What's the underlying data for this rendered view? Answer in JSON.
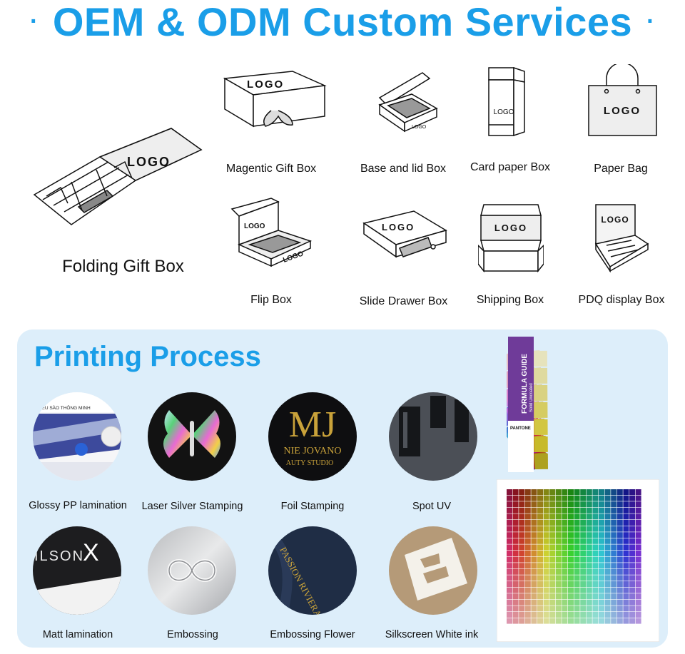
{
  "header": {
    "title": "OEM & ODM Custom Services",
    "bullet": "·"
  },
  "boxes": {
    "logo_text": "LOGO",
    "folding": "Folding Gift Box",
    "magnetic": "Magentic Gift Box",
    "base_lid": "Base and lid Box",
    "card_paper": "Card paper Box",
    "paper_bag": "Paper Bag",
    "flip": "Flip Box",
    "slide_drawer": "Slide Drawer Box",
    "shipping": "Shipping Box",
    "pdq": "PDQ display Box"
  },
  "printing": {
    "title": "Printing Process",
    "items": [
      {
        "label": "Glossy PP lamination"
      },
      {
        "label": "Laser Silver Stamping"
      },
      {
        "label": "Foil Stamping"
      },
      {
        "label": "Spot UV"
      },
      {
        "label": "Matt lamination"
      },
      {
        "label": "Embossing"
      },
      {
        "label": "Embossing Flower"
      },
      {
        "label": "Silkscreen White ink"
      }
    ],
    "sample_text": {
      "foil_mj": "MJ",
      "foil_name": "NIE JOVANO",
      "foil_sub": "AUTY STUDIO",
      "matt_brand": "ILSON",
      "matt_x": "X",
      "flower_text": "PASSION RIVIERA",
      "glossy_text": "HIỂU SÀO THÔNG MINH"
    },
    "pantone": {
      "guide_title": "FORMULA GUIDE",
      "guide_sub": "Solid Uncoated",
      "brand": "PANTONE"
    }
  },
  "colors": {
    "accent": "#1a9ee8",
    "panel_bg": "#ddeefa",
    "gold": "#c9a23a"
  }
}
